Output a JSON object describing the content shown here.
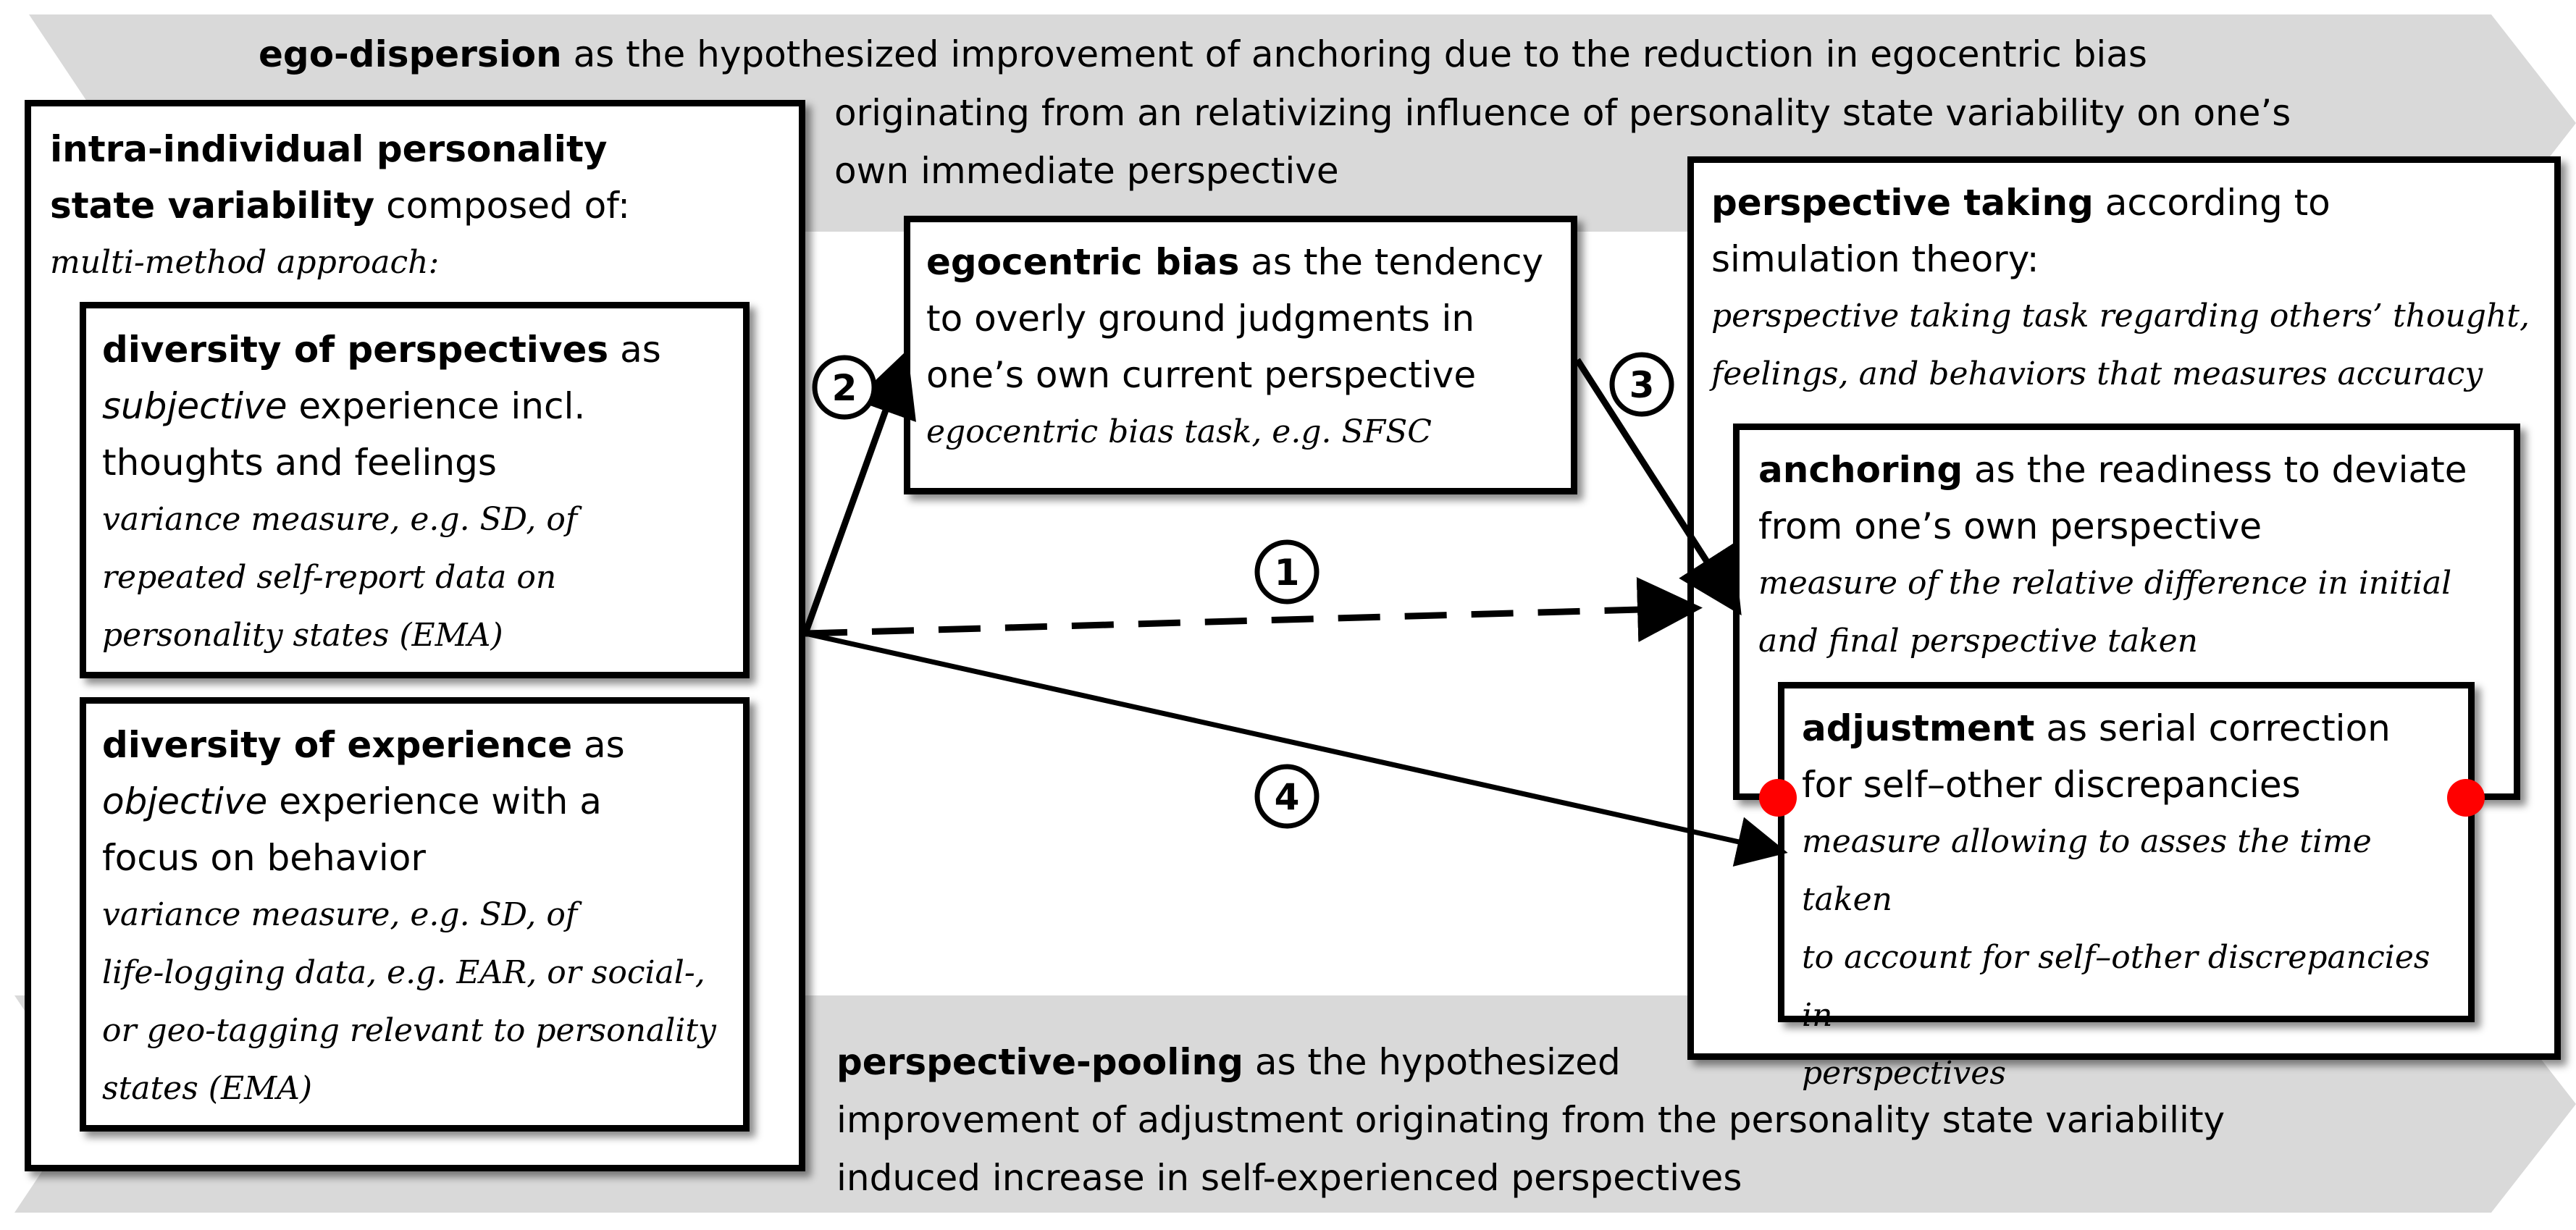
{
  "top_banner": {
    "bold": "ego-dispersion",
    "line1_rest": " as the hypothesized improvement of anchoring due to the reduction in egocentric bias",
    "line2": "originating from an relativizing influence of personality state variability on one’s",
    "line3": "own immediate perspective"
  },
  "bottom_banner": {
    "bold": "perspective-pooling",
    "line1_rest": " as the hypothesized",
    "line2": "improvement of adjustment originating from the personality state variability",
    "line3": "induced increase in self-experienced perspectives"
  },
  "left_box": {
    "title_line1": "intra-individual personality",
    "title_line2_bold": "state variability",
    "title_line2_rest": " composed of:",
    "method": "multi-method approach:"
  },
  "perspectives_box": {
    "bold": "diversity of perspectives",
    "line1_rest": " as",
    "italic_word": "subjective",
    "line2_rest": " experience incl.",
    "line3": "thoughts and feelings",
    "measure1": "variance measure, e.g. SD, of",
    "measure2": "repeated self-report data on",
    "measure3": "personality states (EMA)"
  },
  "experience_box": {
    "bold": "diversity of experience",
    "line1_rest": " as",
    "italic_word": "objective",
    "line2_rest": " experience with a",
    "line3": "focus on behavior",
    "measure1": "variance measure, e.g. SD, of",
    "measure2": "life-logging data, e.g. EAR, or social-,",
    "measure3": "or geo-tagging relevant to personality",
    "measure4": "states (EMA)"
  },
  "egocentric_box": {
    "bold": "egocentric bias",
    "line1_rest": " as the tendency",
    "line2": "to overly ground judgments in",
    "line3": "one’s own current perspective",
    "measure": "egocentric bias task, e.g. SFSC"
  },
  "perspective_box": {
    "bold": "perspective taking",
    "line1_rest": " according to",
    "line2": "simulation theory:",
    "measure1": "perspective taking task regarding others’ thought,",
    "measure2": "feelings, and behaviors that measures accuracy"
  },
  "anchoring_box": {
    "bold": "anchoring",
    "line1_rest": " as the readiness to deviate",
    "line2": "from one’s own perspective",
    "measure1": "measure of  the relative difference in initial",
    "measure2": "and final perspective taken"
  },
  "adjustment_box": {
    "bold": "adjustment",
    "line1_rest": " as serial correction",
    "line2": "for self–other discrepancies",
    "measure1": "measure allowing to asses the time taken",
    "measure2": "to account for self–other discrepancies in",
    "measure3": "perspectives"
  },
  "path_labels": [
    "1",
    "2",
    "3",
    "4"
  ],
  "colors": {
    "banner_fill": "#d9d9d9",
    "marker_red": "#ff0000",
    "border": "#000000"
  }
}
